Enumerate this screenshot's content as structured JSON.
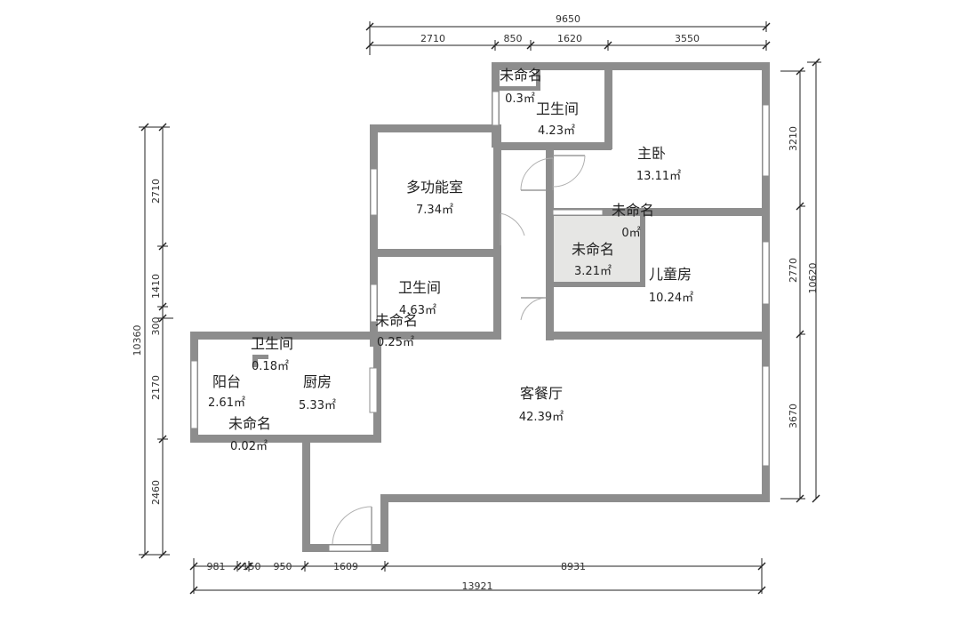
{
  "rooms": {
    "unnamed_top": {
      "name": "未命名",
      "area": "0.3㎡"
    },
    "bath_top": {
      "name": "卫生间",
      "area": "4.23㎡"
    },
    "master_bed": {
      "name": "主卧",
      "area": "13.11㎡"
    },
    "multi_room": {
      "name": "多功能室",
      "area": "7.34㎡"
    },
    "unnamed_mid": {
      "name": "未命名",
      "area": "0㎡"
    },
    "unnamed_grey": {
      "name": "未命名",
      "area": "3.21㎡"
    },
    "kids_room": {
      "name": "儿童房",
      "area": "10.24㎡"
    },
    "bath_mid": {
      "name": "卫生间",
      "area": "4.63㎡"
    },
    "unnamed_hall": {
      "name": "未命名",
      "area": "0.25㎡"
    },
    "bath_small": {
      "name": "卫生间",
      "area": "0.18㎡"
    },
    "balcony": {
      "name": "阳台",
      "area": "2.61㎡"
    },
    "kitchen": {
      "name": "厨房",
      "area": "5.33㎡"
    },
    "unnamed_low": {
      "name": "未命名",
      "area": "0.02㎡"
    },
    "living_dining": {
      "name": "客餐厅",
      "area": "42.39㎡"
    }
  },
  "dimensions": {
    "top_total": "9650",
    "top": [
      "2710",
      "850",
      "1620",
      "3550"
    ],
    "bottom_total": "13921",
    "bottom": [
      "981",
      "150",
      "950",
      "1609",
      "8931"
    ],
    "left_total": "10360",
    "left": [
      "2710",
      "1410",
      "300",
      "2170",
      "2460"
    ],
    "right_total": "10620",
    "right": [
      "3210",
      "2770",
      "3670"
    ]
  },
  "colors": {
    "wall": "#8d8d8d",
    "grey_room": "#e6e6e4",
    "dimension": "#222222"
  }
}
